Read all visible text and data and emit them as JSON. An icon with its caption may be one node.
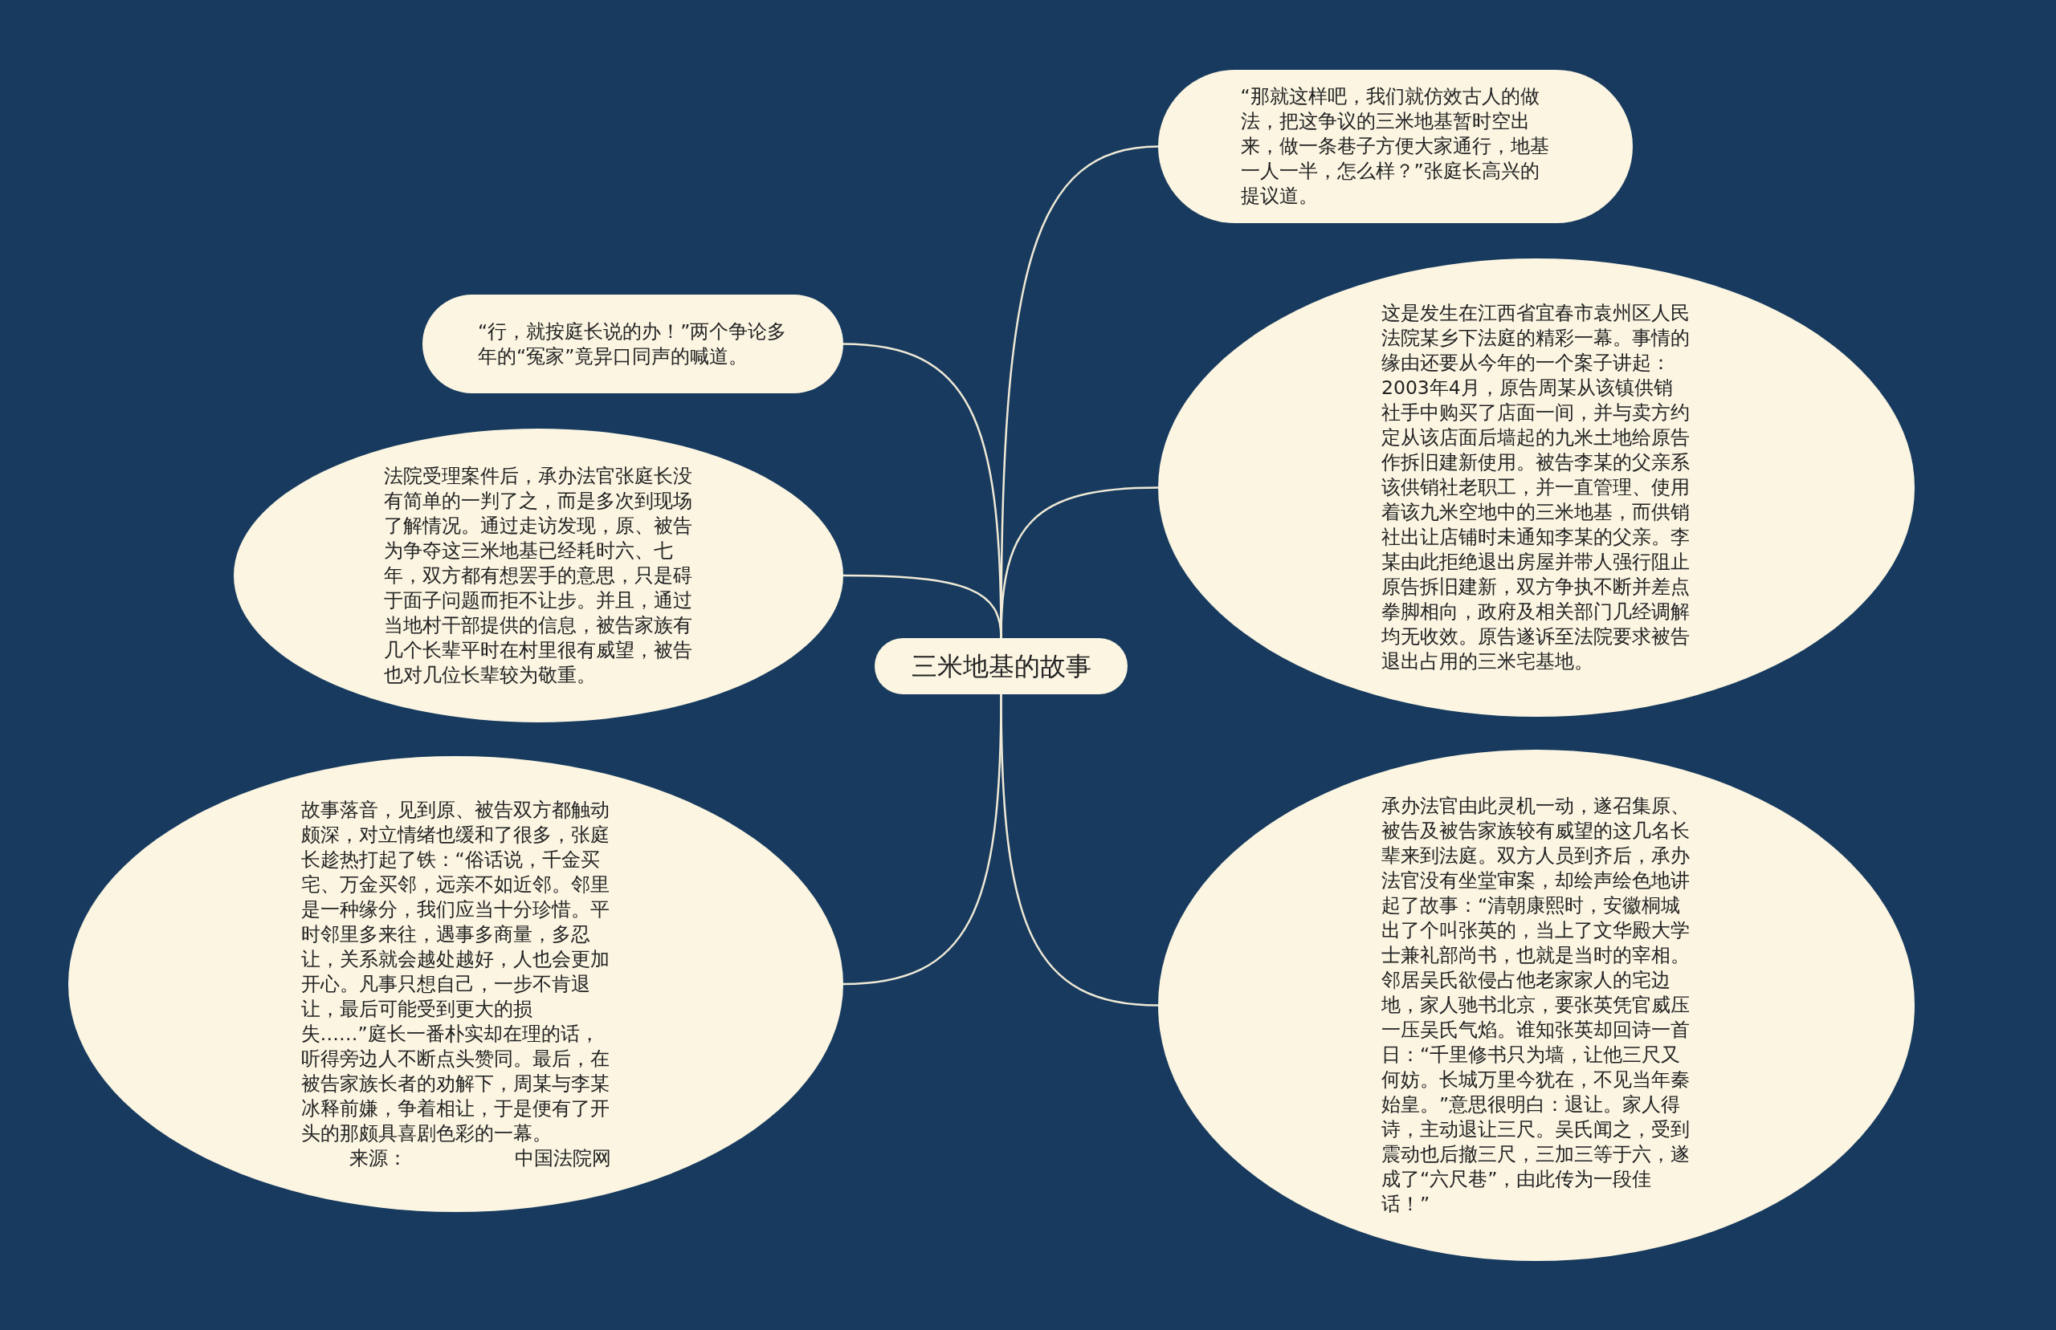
{
  "diagram": {
    "nodes": [
      {
        "text": [
          "三米地基的故事"
        ]
      },
      {
        "text": [
          "“那就这样吧，我们就仿效古人的做法，把这争议的三米地基暂时空出来，做一条巷子方便大家通行，地基一人一半，怎么样？”张庭长高兴的提议道。"
        ]
      },
      {
        "text": [
          "“行，就按庭长说的办！”两个争论多年的“冤家”竟异口同声的喊道。"
        ]
      },
      {
        "text": [
          "法院受理案件后，承办法官张庭长没有简单的一判了之，而是多次到现场了解情况。通过走访发现，原、被告为争夺这三米地基已经耗时六、七年，双方都有想罢手的意思，只是碍于面子问题而拒不让步。并且，通过当地村干部提供的信息，被告家族有几个长辈平时在村里很有威望，被告也对几位长辈较为敬重。"
        ]
      },
      {
        "text": [
          "这是发生在江西省宜春市袁州区人民法院某乡下法庭的精彩一幕。事情的缘由还要从今年的一个案子讲起：2003年4月，原告周某从该镇供销社手中购买了店面一间，并与卖方约定从该店面后墙起的九米土地给原告作拆旧建新使用。被告李某的父亲系该供销社老职工，并一直管理、使用着该九米空地中的三米地基，而供销社出让店铺时未通知李某的父亲。李某由此拒绝退出房屋并带人强行阻止原告拆旧建新，双方争执不断并差点拳脚相向，政府及相关部门几经调解均无收效。原告遂诉至法院要求被告退出占用的三米宅基地。"
        ]
      },
      {
        "text": [
          "承办法官由此灵机一动，遂召集原、被告及被告家族较有威望的这几名长辈来到法庭。双方人员到齐后，承办法官没有坐堂审案，却绘声绘色地讲起了故事：“清朝康熙时，安徽桐城出了个叫张英的，当上了文华殿大学士兼礼部尚书，也就是当时的宰相。邻居吴氏欲侵占他老家家人的宅边地，家人驰书北京，要张英凭官威压一压吴氏气焰。谁知张英却回诗一首日：“千里修书只为墙，让他三尺又何妨。长城万里今犹在，不见当年秦始皇。”意思很明白：退让。家人得诗，主动退让三尺。吴氏闻之，受到震动也后撤三尺，三加三等于六，遂成了“六尺巷”，由此传为一段佳话！”"
        ]
      },
      {
        "text": [
          "故事落音，见到原、被告双方都触动颇深，对立情绪也缓和了很多，张庭长趁热打起了铁：“俗话说，千金买宅、万金买邻，远亲不如近邻。邻里是一种缘分，我们应当十分珍惜。平时邻里多来往，遇事多商量，多忍让，关系就会越处越好，人也会更加开心。凡事只想自己，一步不肯退让，最后可能受到更大的损失……”庭长一番朴实却在理的话，听得旁边人不断点头赞同。最后，在被告家族长者的劝解下，周某与李某冰释前嫌，争着相让，于是便有了开头的那颇具喜剧色彩的一幕。",
          "来源：",
          "中国法院网"
        ]
      }
    ],
    "edges": [
      {
        "from": 0,
        "to": 1,
        "arrow": "none"
      },
      {
        "from": 0,
        "to": 4,
        "arrow": "none"
      },
      {
        "from": 0,
        "to": 5,
        "arrow": "none"
      },
      {
        "from": 0,
        "to": 2,
        "arrow": "none"
      },
      {
        "from": 0,
        "to": 3,
        "arrow": "none"
      },
      {
        "from": 0,
        "to": 6,
        "arrow": "none"
      }
    ]
  }
}
